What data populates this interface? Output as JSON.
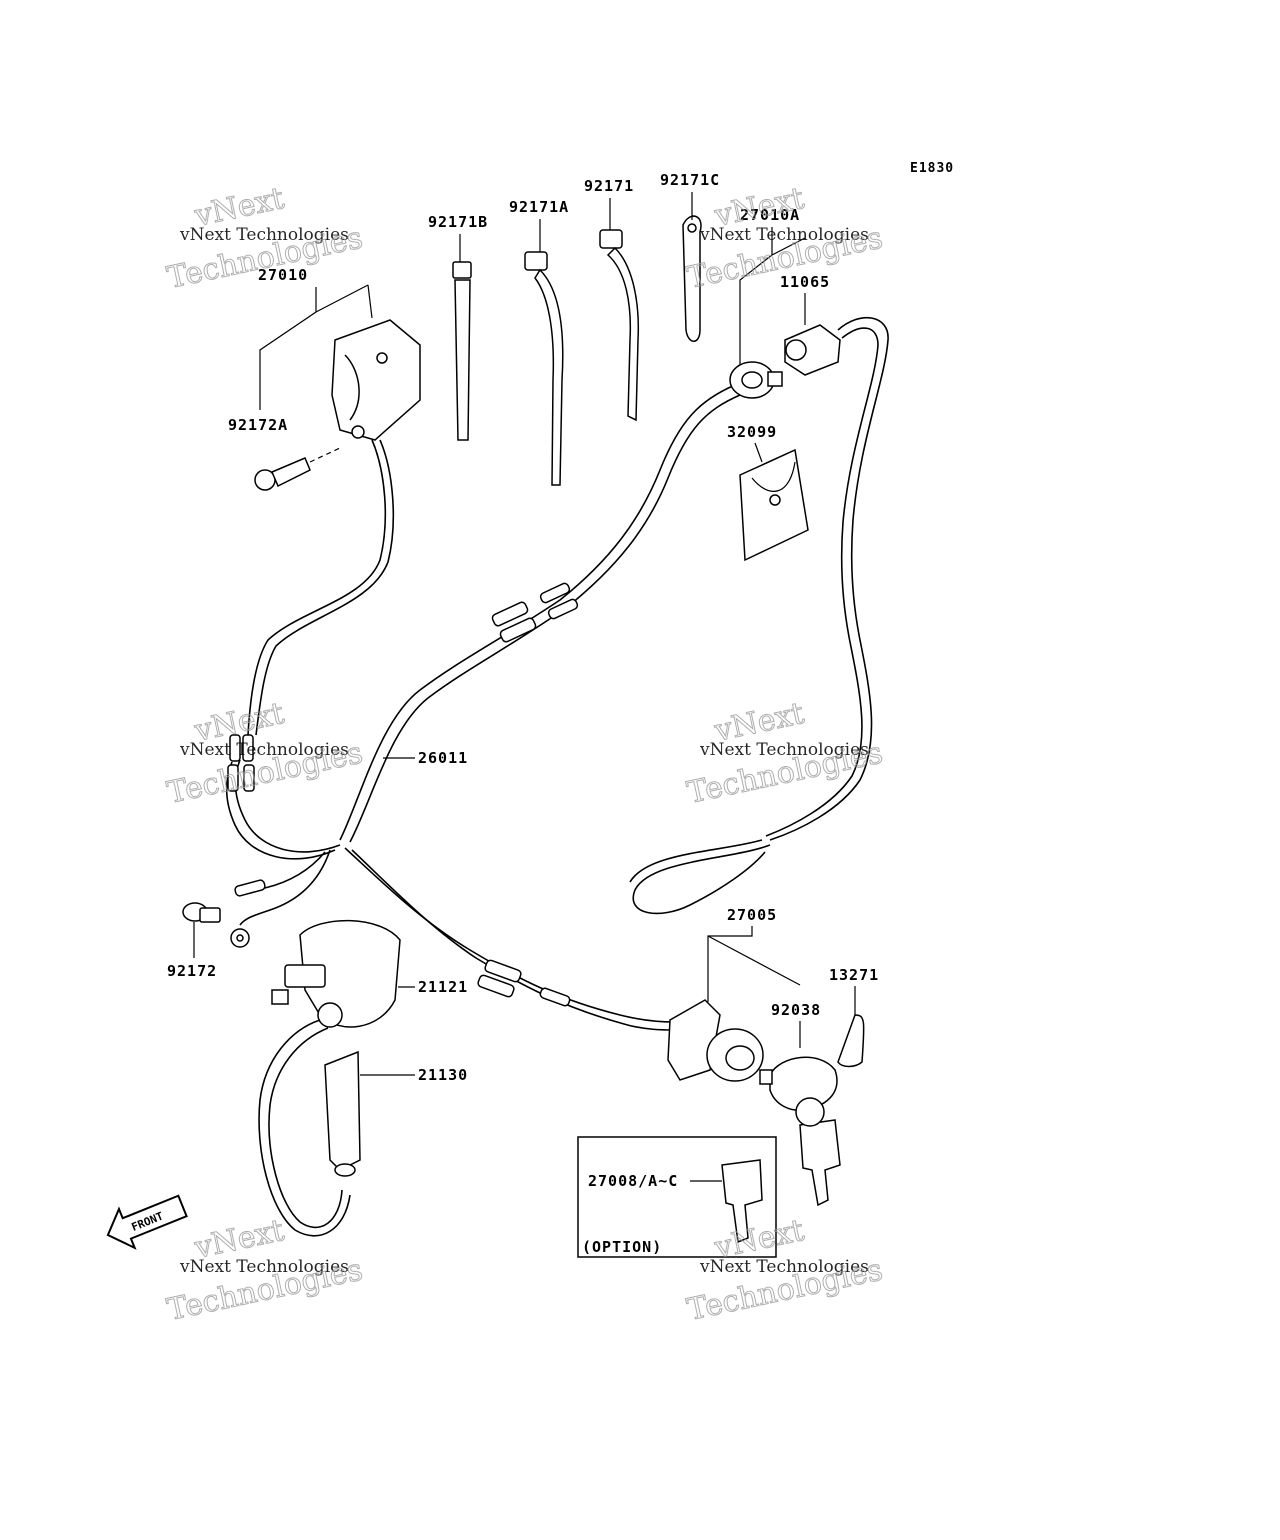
{
  "diagram_code": "E1830",
  "part_labels": {
    "p27010": "27010",
    "p92172A": "92172A",
    "p92171B": "92171B",
    "p92171A": "92171A",
    "p92171": "92171",
    "p92171C": "92171C",
    "p27010A": "27010A",
    "p11065": "11065",
    "p32099": "32099",
    "p26011": "26011",
    "p92172": "92172",
    "p21121": "21121",
    "p21130": "21130",
    "p27005": "27005",
    "p13271": "13271",
    "p92038": "92038",
    "p27008": "27008/A~C"
  },
  "option_label": "(OPTION)",
  "front_label": "FRONT",
  "watermark": {
    "line_small": "vNext Technologies",
    "word_a": "vNext",
    "word_b": "Technologies"
  }
}
